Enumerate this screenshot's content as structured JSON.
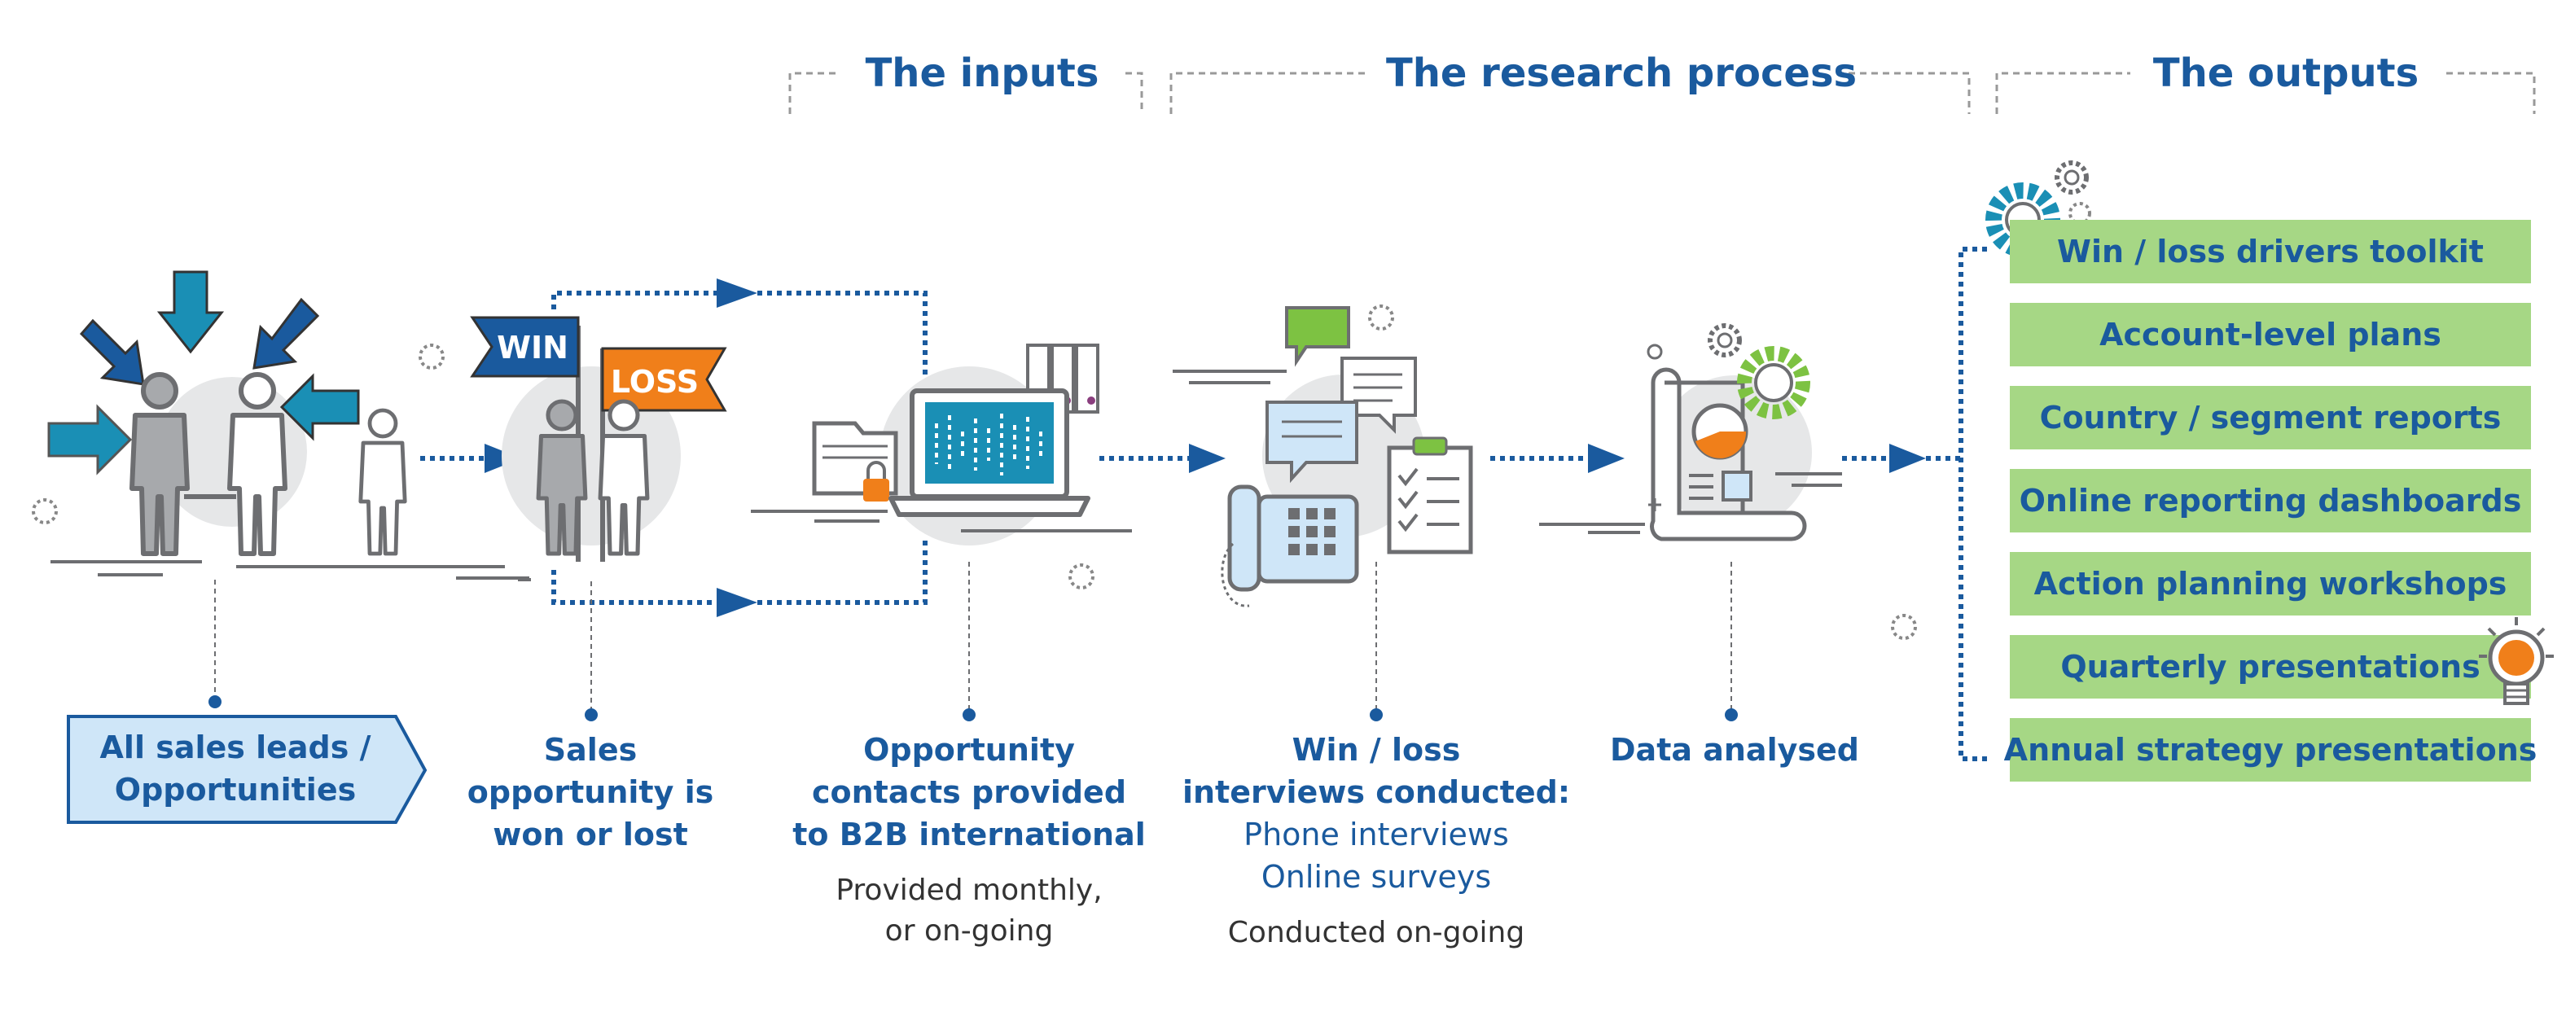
{
  "sections": {
    "inputs": "The inputs",
    "research": "The research process",
    "outputs": "The outputs"
  },
  "flags": {
    "win": "WIN",
    "loss": "LOSS"
  },
  "steps": {
    "leads": {
      "line1": "All sales leads /",
      "line2": "Opportunities"
    },
    "won_lost": {
      "line1": "Sales",
      "line2": "opportunity is",
      "line3": "won or lost"
    },
    "contacts": {
      "line1": "Opportunity",
      "line2": "contacts provided",
      "line3": "to B2B international",
      "note1": "Provided monthly,",
      "note2": "or on-going"
    },
    "interviews": {
      "line1": "Win / loss",
      "line2": "interviews conducted:",
      "sub1": "Phone interviews",
      "sub2": "Online surveys",
      "note1": "Conducted on-going"
    },
    "analysed": {
      "line1": "Data analysed"
    }
  },
  "outputs": [
    "Win / loss drivers toolkit",
    "Account-level plans",
    "Country / segment reports",
    "Online reporting dashboards",
    "Action planning workshops",
    "Quarterly presentations",
    "Annual strategy presentations"
  ],
  "colors": {
    "navy": "#1a5a9e",
    "teal": "#1a8fb5",
    "orange": "#f07f1a",
    "green": "#7dc242",
    "light_green": "#a6d785",
    "light_blue": "#cfe6f8",
    "grey": "#6d6e71"
  }
}
